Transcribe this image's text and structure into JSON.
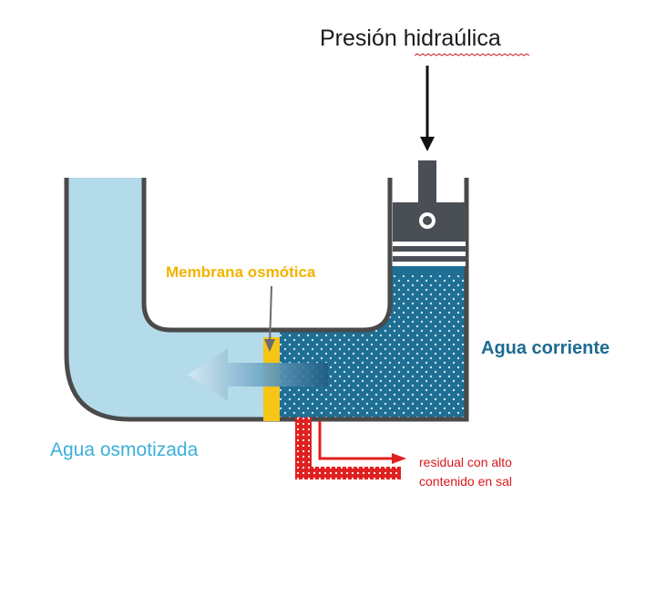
{
  "labels": {
    "pressure": "Presión hidraúlica",
    "membrane": "Membrana osmótica",
    "tap_water": "Agua corriente",
    "osmotized_water": "Agua osmotizada",
    "waste": "residual con alto contenido en sal"
  },
  "colors": {
    "clean_water": "#b3dbe9",
    "salt_water": "#1f6e94",
    "membrane": "#f5c518",
    "waste": "#e02020",
    "vessel_wall": "#4a4a4a",
    "piston": "#4a4f56"
  }
}
